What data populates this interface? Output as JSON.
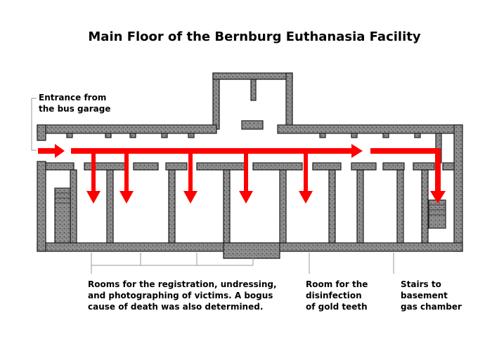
{
  "title": "Main Floor of the Bernburg Euthanasia Facility",
  "labels": {
    "entrance": "Entrance from\nthe bus garage",
    "rooms": "Rooms for the registration, undressing,\nand photographing of victims. A bogus\ncause of death was also determined.",
    "disinfection": "Room for the\ndisinfection\nof gold teeth",
    "stairs": "Stairs to\nbasement\ngas chamber"
  },
  "colors": {
    "wall": "#8c8c8c",
    "wall_edge": "#1a1a1a",
    "arrow": "#ff0000",
    "leader": "#9a9a9a"
  }
}
